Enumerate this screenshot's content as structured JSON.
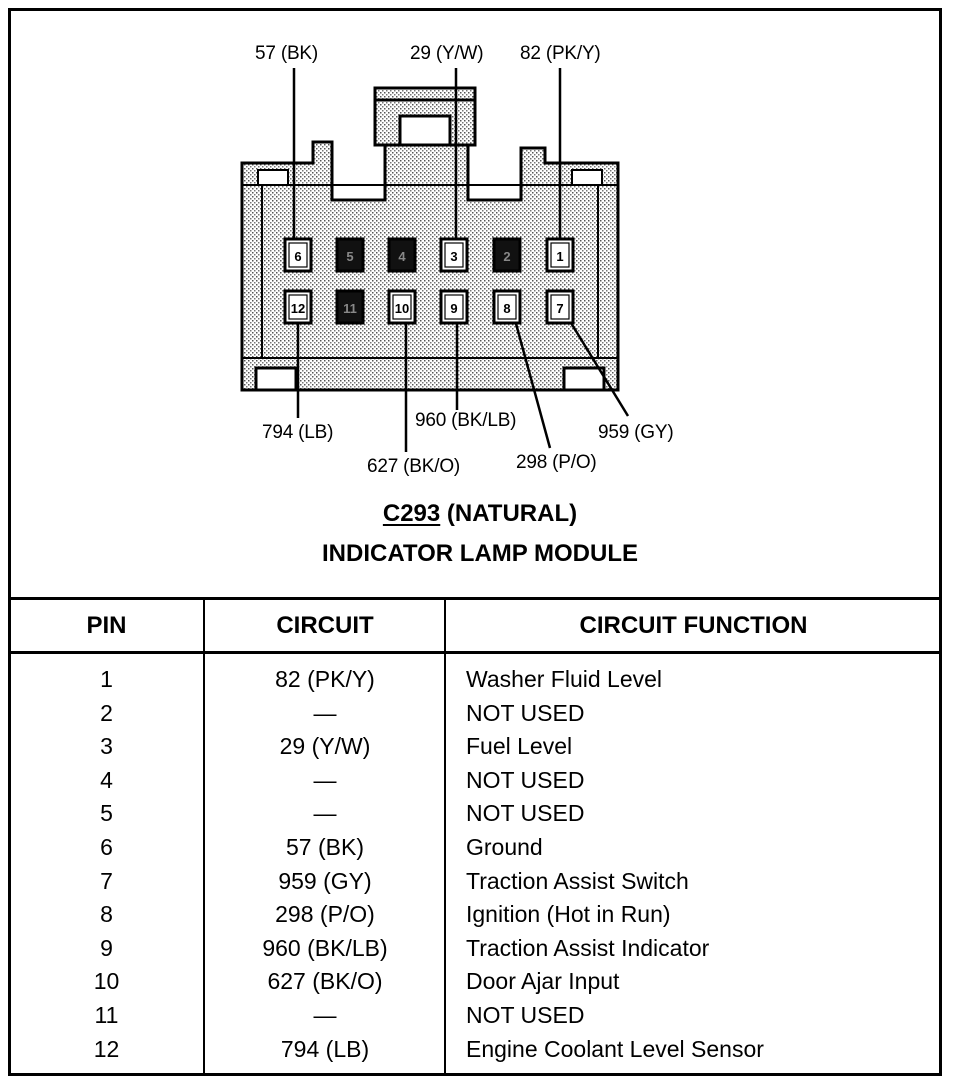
{
  "connector": {
    "code": "C293",
    "suffix": " (NATURAL)",
    "module": "INDICATOR LAMP MODULE",
    "pins": [
      {
        "pin": "6",
        "filled": false
      },
      {
        "pin": "5",
        "filled": true
      },
      {
        "pin": "4",
        "filled": true
      },
      {
        "pin": "3",
        "filled": false
      },
      {
        "pin": "2",
        "filled": true
      },
      {
        "pin": "1",
        "filled": false
      },
      {
        "pin": "12",
        "filled": false
      },
      {
        "pin": "11",
        "filled": true
      },
      {
        "pin": "10",
        "filled": false
      },
      {
        "pin": "9",
        "filled": false
      },
      {
        "pin": "8",
        "filled": false
      },
      {
        "pin": "7",
        "filled": false
      }
    ],
    "wire_labels": {
      "p6": "57 (BK)",
      "p3": "29 (Y/W)",
      "p1": "82 (PK/Y)",
      "p12": "794 (LB)",
      "p10": "627 (BK/O)",
      "p9": "960 (BK/LB)",
      "p8": "298 (P/O)",
      "p7": "959 (GY)"
    }
  },
  "table": {
    "headers": {
      "pin": "PIN",
      "circuit": "CIRCUIT",
      "function": "CIRCUIT FUNCTION"
    },
    "rows": [
      {
        "pin": "1",
        "circuit": "82 (PK/Y)",
        "function": "Washer Fluid Level"
      },
      {
        "pin": "2",
        "circuit": "—",
        "function": "NOT USED"
      },
      {
        "pin": "3",
        "circuit": "29 (Y/W)",
        "function": "Fuel Level"
      },
      {
        "pin": "4",
        "circuit": "—",
        "function": "NOT USED"
      },
      {
        "pin": "5",
        "circuit": "—",
        "function": "NOT USED"
      },
      {
        "pin": "6",
        "circuit": "57 (BK)",
        "function": "Ground"
      },
      {
        "pin": "7",
        "circuit": "959 (GY)",
        "function": "Traction Assist Switch"
      },
      {
        "pin": "8",
        "circuit": "298 (P/O)",
        "function": "Ignition (Hot in Run)"
      },
      {
        "pin": "9",
        "circuit": "960 (BK/LB)",
        "function": "Traction Assist Indicator"
      },
      {
        "pin": "10",
        "circuit": "627 (BK/O)",
        "function": "Door Ajar Input"
      },
      {
        "pin": "11",
        "circuit": "—",
        "function": "NOT USED"
      },
      {
        "pin": "12",
        "circuit": "794 (LB)",
        "function": "Engine Coolant Level Sensor"
      }
    ]
  }
}
